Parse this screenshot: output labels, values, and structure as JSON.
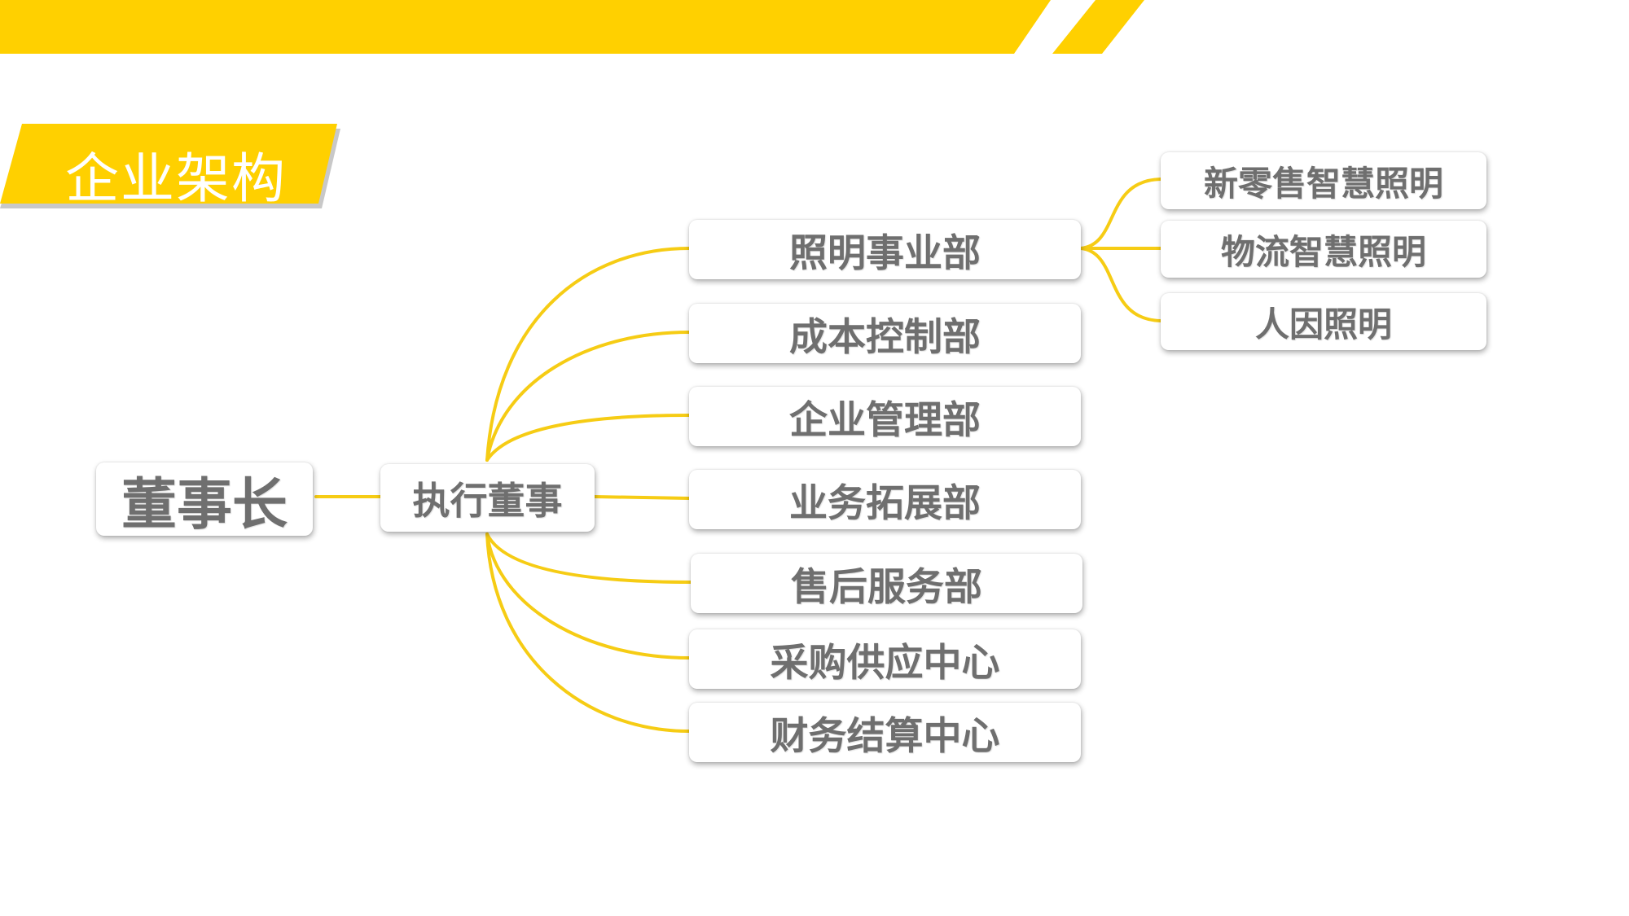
{
  "section_title": "企业架构",
  "colors": {
    "accent": "#FFD000",
    "connector": "#F6CC14",
    "node_text": "#6F6F6F"
  },
  "org": {
    "root": "董事长",
    "executive": "执行董事",
    "departments": [
      {
        "label": "照明事业部",
        "children": [
          "新零售智慧照明",
          "物流智慧照明",
          "人因照明"
        ]
      },
      {
        "label": "成本控制部"
      },
      {
        "label": "企业管理部"
      },
      {
        "label": "业务拓展部"
      },
      {
        "label": "售后服务部"
      },
      {
        "label": "采购供应中心"
      },
      {
        "label": "财务结算中心"
      }
    ]
  }
}
